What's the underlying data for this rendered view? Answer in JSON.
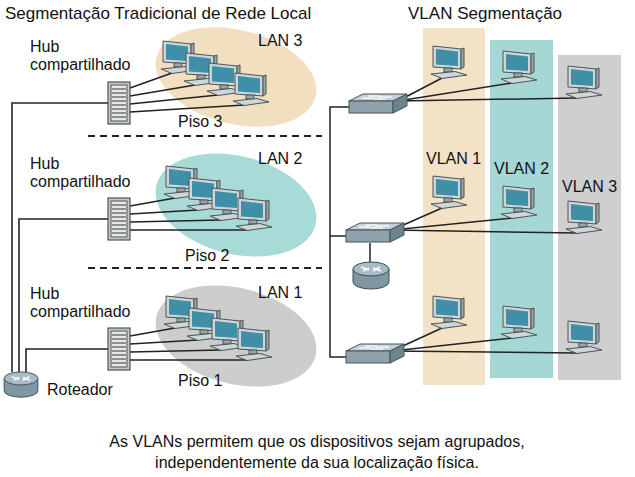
{
  "diagram": {
    "title": "Segmentação Tradicional de Rede Local",
    "caption": "As VLANs permitem que os dispositivos sejam agrupados, independentemente da sua localização física.",
    "nodes": [
      {
        "text": [
          "LAN 3"
        ]
      },
      {
        "text": [
          "LAN 2"
        ]
      },
      {
        "text": [
          "LAN 1"
        ]
      },
      {
        "text": [
          "Hub compartilhado"
        ]
      },
      {
        "text": [
          "Hub compartilhado"
        ]
      },
      {
        "text": [
          "Hub compartilhado"
        ]
      },
      {
        "text": [
          "Roteador"
        ]
      },
      {
        "text": [
          "VLAN 1"
        ]
      },
      {
        "text": [
          "VLAN 2"
        ]
      },
      {
        "text": [
          "VLAN 3"
        ]
      }
    ],
    "edges": [
      {
        "from": 3,
        "to": 6,
        "arrow": "none"
      },
      {
        "from": 4,
        "to": 6,
        "arrow": "none"
      },
      {
        "from": 5,
        "to": 6,
        "arrow": "none"
      }
    ],
    "labels": [
      "VLAN Segmentação",
      "Piso 3",
      "Piso 2",
      "Piso 1"
    ]
  }
}
